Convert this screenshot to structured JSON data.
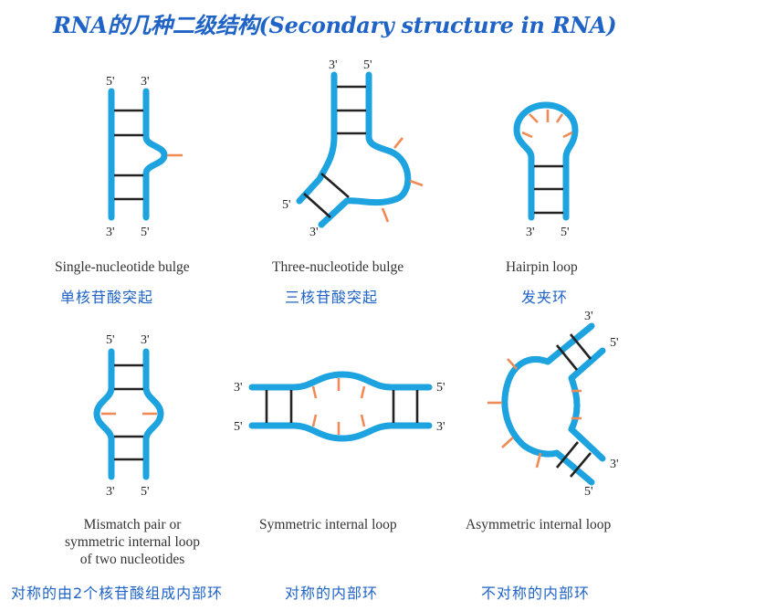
{
  "title": "RNA的几种二级结构(Secondary structure in RNA)",
  "colors": {
    "strand": "#1da3df",
    "base_pair": "#222222",
    "unpaired_base": "#f08a56",
    "chinese_label": "#1f63c6"
  },
  "ends": {
    "five": "5'",
    "three": "3'"
  },
  "panels": [
    {
      "en": "Single-nucleotide bulge",
      "zh": "单核苷酸突起"
    },
    {
      "en": "Three-nucleotide bulge",
      "zh": "三核苷酸突起"
    },
    {
      "en": "Hairpin loop",
      "zh": "发夹环"
    },
    {
      "en_lines": [
        "Mismatch pair or",
        "symmetric internal loop",
        "of two nucleotides"
      ],
      "zh": "对称的由2个核苷酸组成内部环"
    },
    {
      "en": "Symmetric internal loop",
      "zh": "对称的内部环"
    },
    {
      "en": "Asymmetric internal loop",
      "zh": "不对称的内部环"
    }
  ]
}
